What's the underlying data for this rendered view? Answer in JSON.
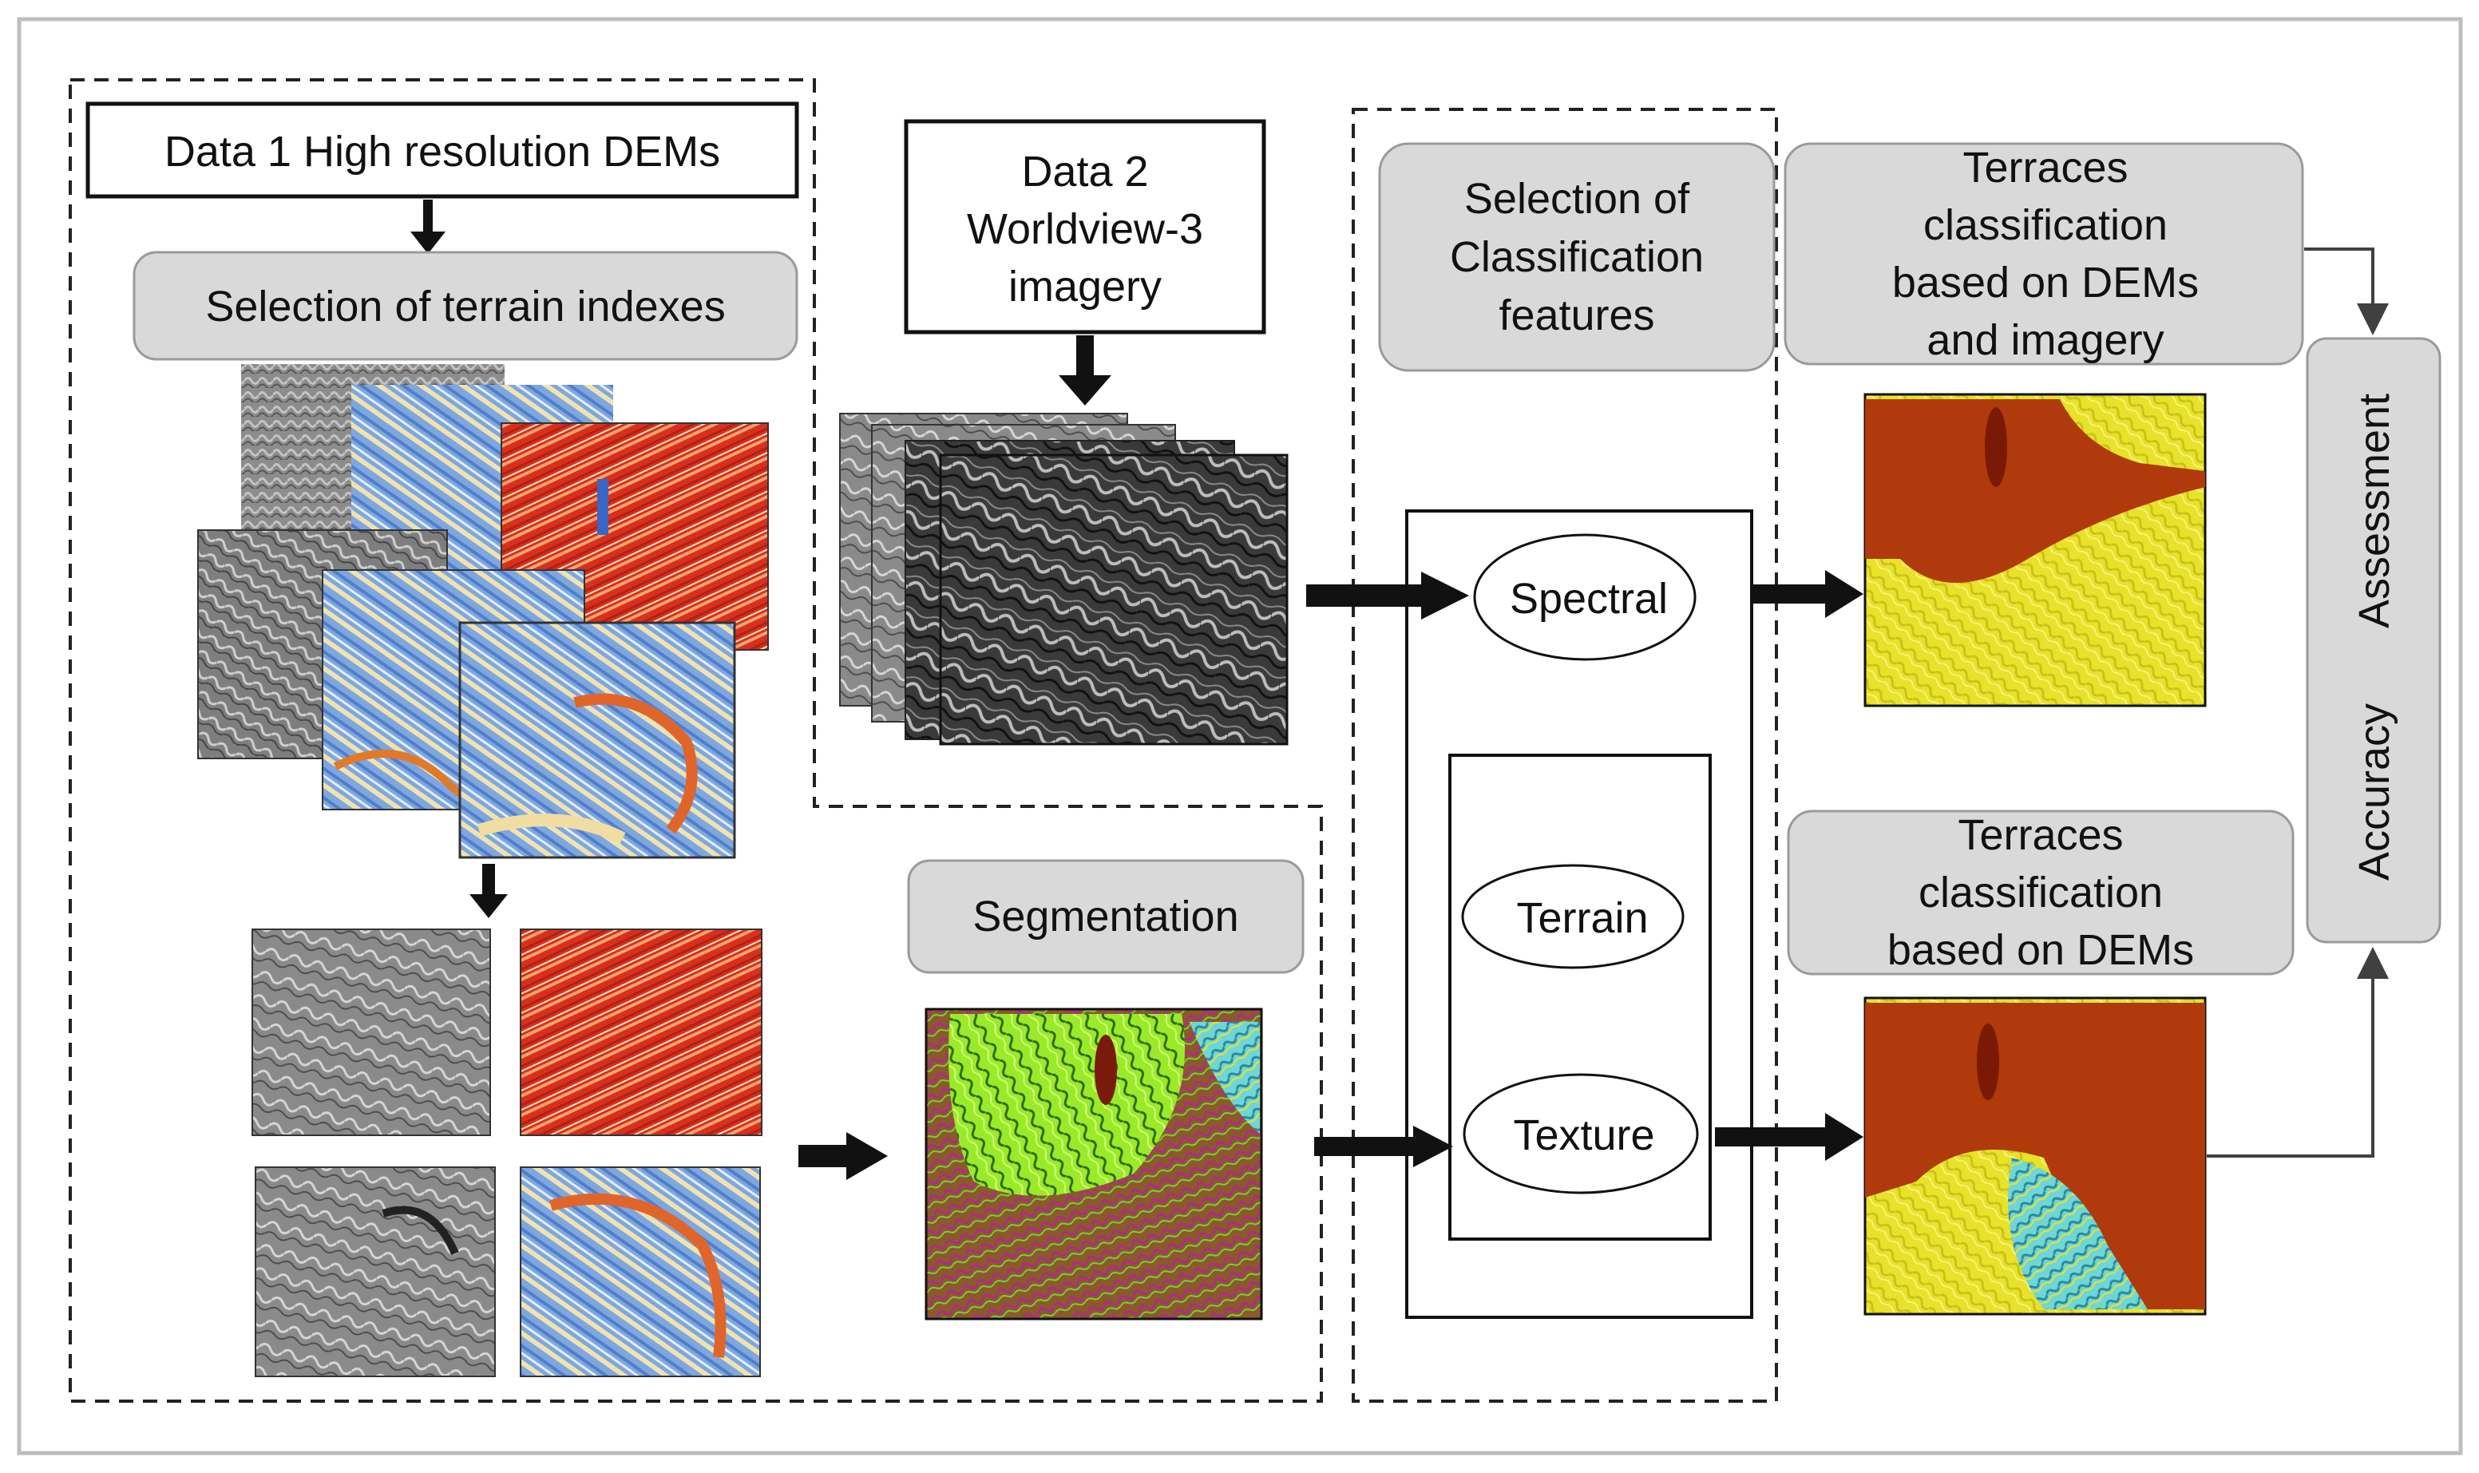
{
  "data1": {
    "title": "Data 1 High resolution DEMs"
  },
  "terrain_selection": {
    "label": "Selection of terrain indexes"
  },
  "data2": {
    "lines": [
      "Data 2",
      "Worldview-3",
      "imagery"
    ]
  },
  "segmentation": {
    "label": "Segmentation"
  },
  "classification_features": {
    "lines": [
      "Selection of",
      "Classification",
      "features"
    ]
  },
  "features": {
    "spectral": "Spectral",
    "terrain": "Terrain",
    "texture": "Texture"
  },
  "result_imagery": {
    "lines": [
      "Terraces",
      "classification",
      "based on DEMs",
      "and imagery"
    ]
  },
  "result_dems": {
    "lines": [
      "Terraces",
      "classification",
      "based on DEMs"
    ]
  },
  "accuracy": {
    "word1": "Accuracy",
    "word2": "Assessment"
  },
  "colors": {
    "box_fill": "#d9d9d9",
    "terrain_red": "#d7301f",
    "terrain_blue": "#5b8fd6",
    "class_brown": "#b03a0c",
    "class_yellow": "#e8e22a",
    "seg_green": "#9bea2a"
  }
}
